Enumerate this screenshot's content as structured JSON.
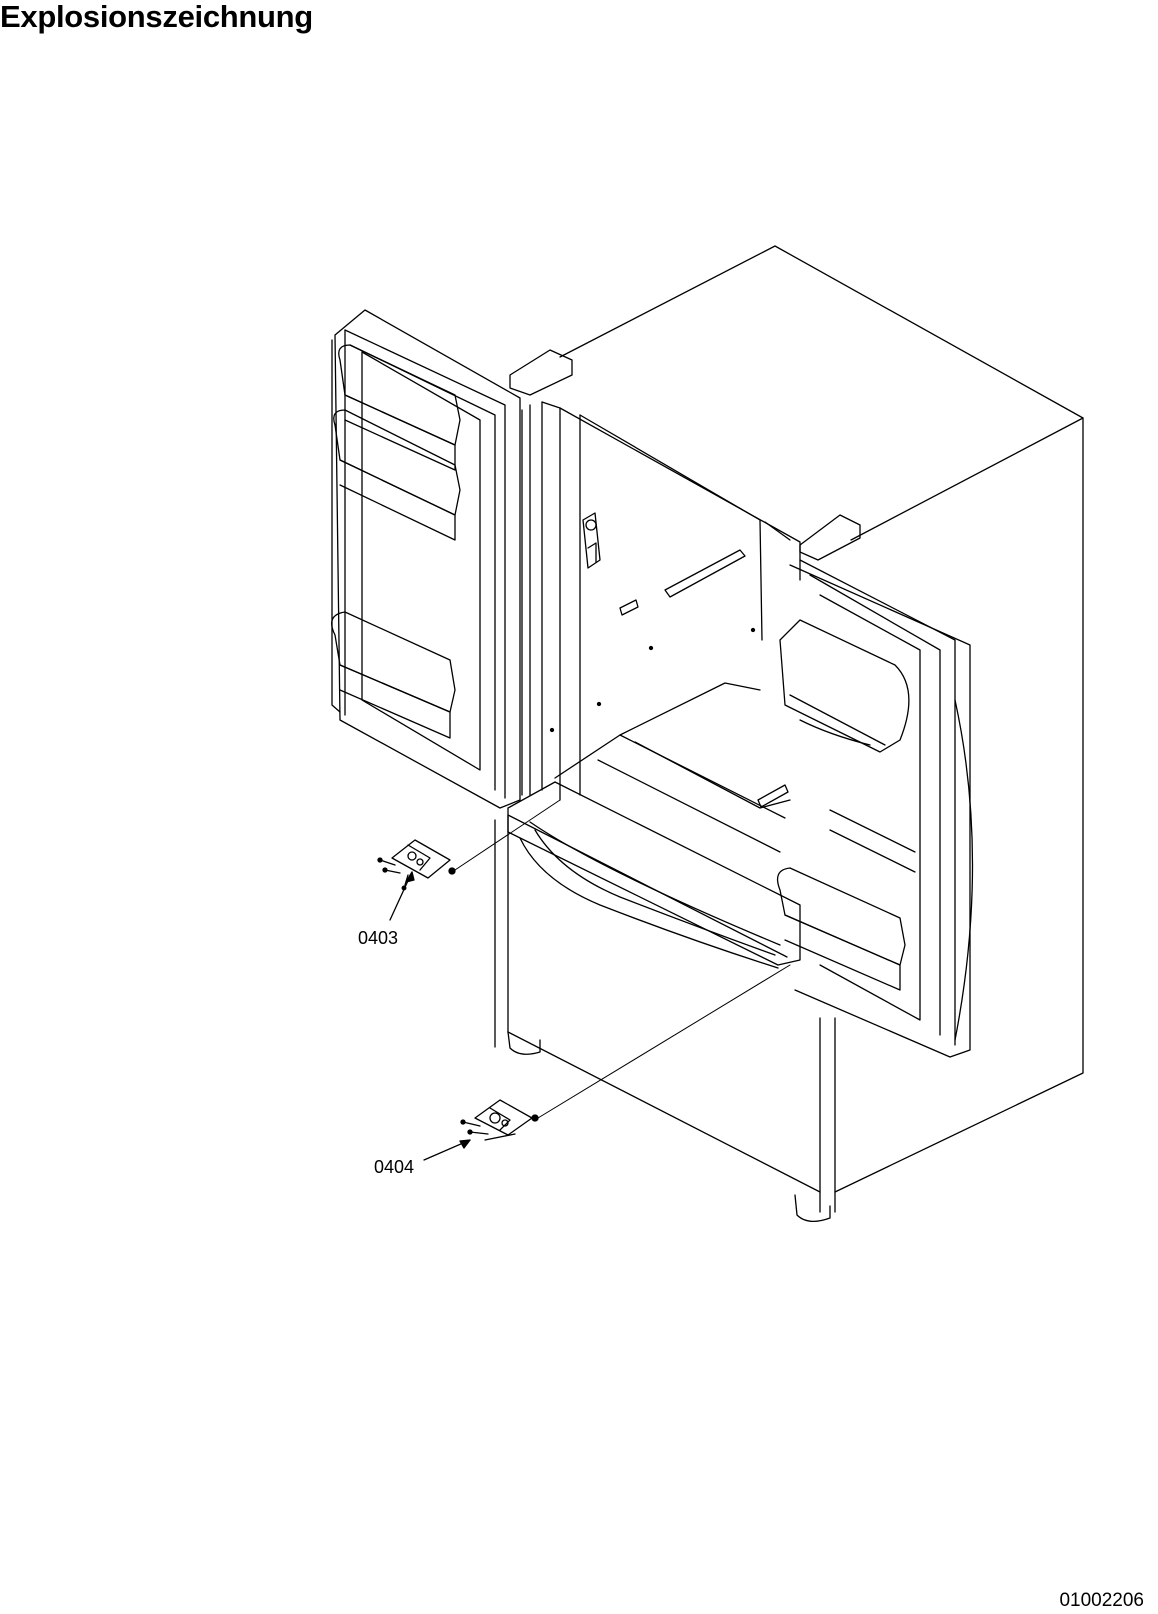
{
  "page": {
    "title": "Explosionszeichnung",
    "doc_number": "01002206"
  },
  "callouts": [
    {
      "id": "0403",
      "label": "0403"
    },
    {
      "id": "0404",
      "label": "0404"
    }
  ],
  "colors": {
    "line": "#000000",
    "background": "#ffffff"
  }
}
